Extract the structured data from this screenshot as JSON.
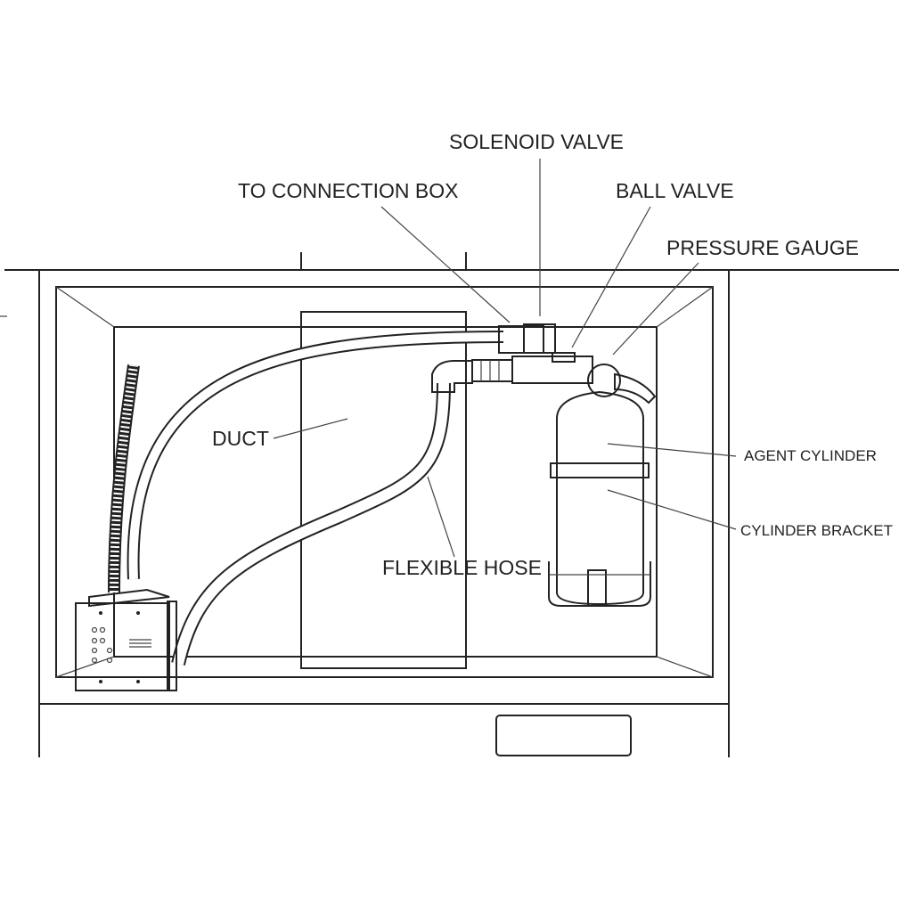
{
  "labels": {
    "solenoid_valve": "SOLENOID VALVE",
    "to_connection_box": "TO CONNECTION BOX",
    "ball_valve": "BALL VALVE",
    "pressure_gauge": "PRESSURE GAUGE",
    "duct": "DUCT",
    "agent_cylinder": "AGENT CYLINDER",
    "cylinder_bracket": "CYLINDER BRACKET",
    "flexible_hose": "FLEXIBLE HOSE"
  }
}
